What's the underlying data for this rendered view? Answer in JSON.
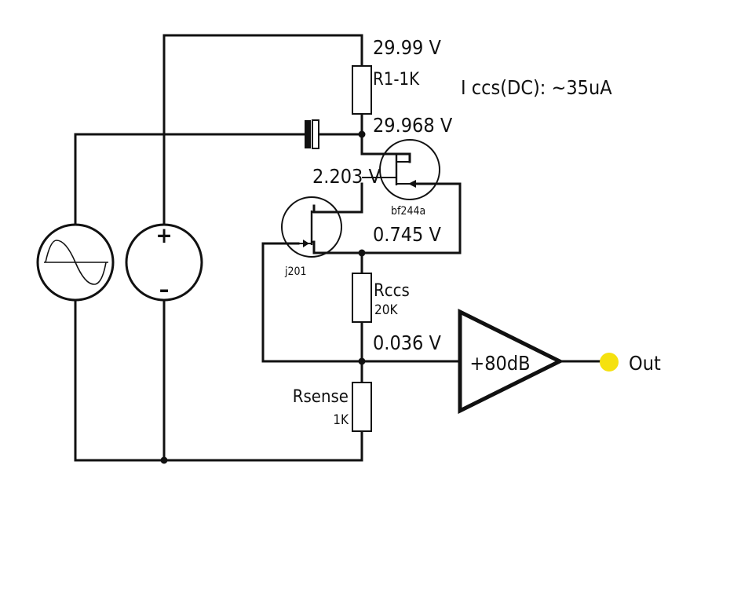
{
  "diagram": {
    "voltages": {
      "top": "29.99 V",
      "drain": "29.968 V",
      "gate": "2.203 V",
      "source": "0.745 V",
      "sense": "0.036 V"
    },
    "resistors": {
      "r1": {
        "name": "R1-1K"
      },
      "rccs": {
        "name": "Rccs",
        "value": "20K"
      },
      "rsense": {
        "name": "Rsense",
        "value": "1K"
      }
    },
    "transistors": {
      "upper": "bf244a",
      "lower": "j201"
    },
    "current_note": "I ccs(DC): ~35uA",
    "amplifier_gain": "+80dB",
    "output_label": "Out",
    "dc_source": {
      "plus": "+",
      "minus": "–"
    },
    "colors": {
      "wire": "#111111",
      "output_dot": "#f5e10f"
    }
  }
}
